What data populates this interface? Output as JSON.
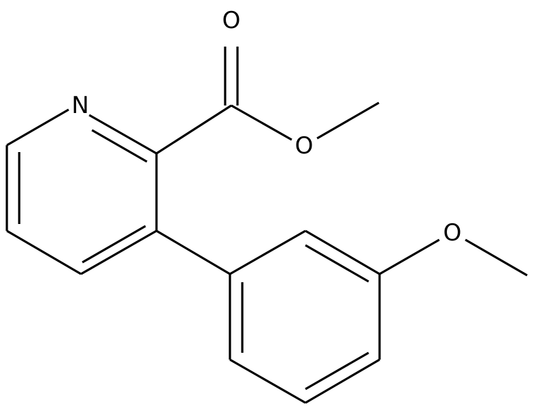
{
  "molecule": {
    "atoms": {
      "n_label": "N",
      "o_carbonyl_label": "O",
      "o_ester_label": "O",
      "o_methoxy_label": "O"
    },
    "colors": {
      "bond": "#000000",
      "label": "#000000",
      "background": "#ffffff"
    }
  }
}
